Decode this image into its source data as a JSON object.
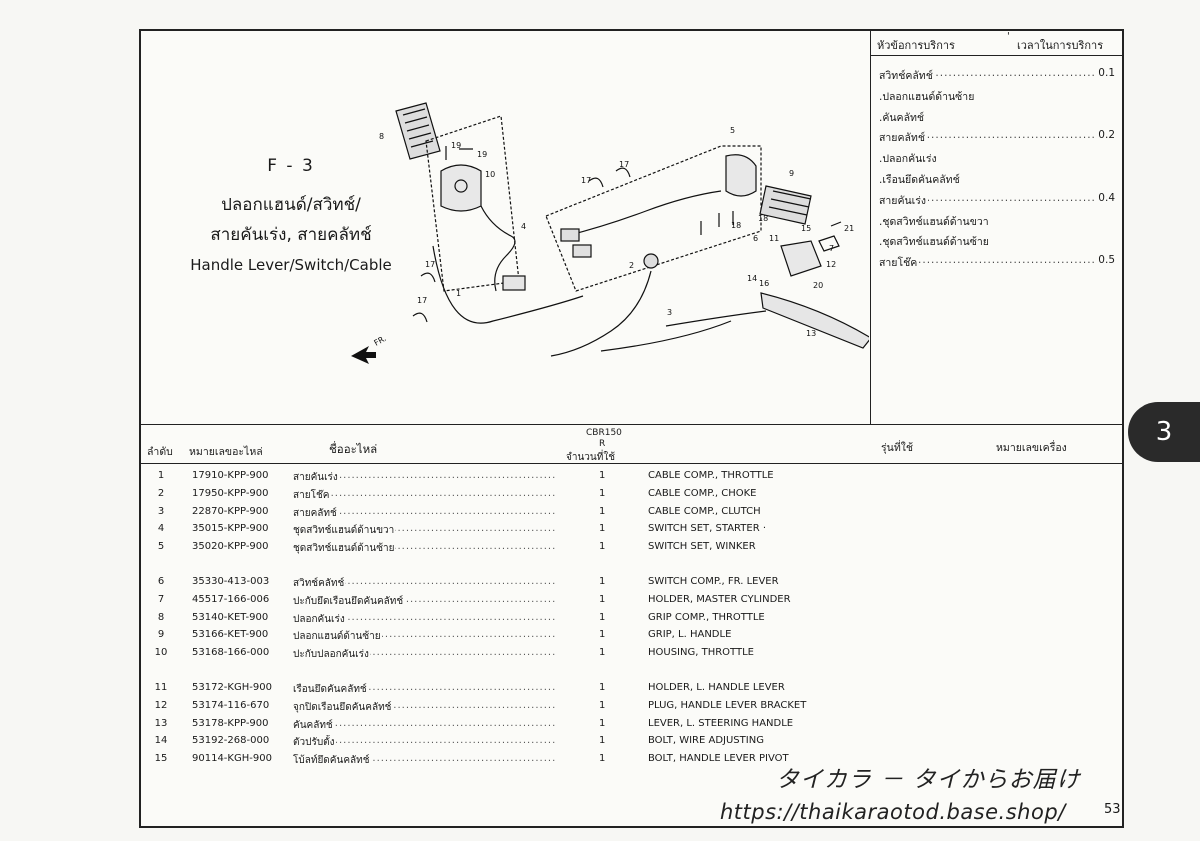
{
  "figure": {
    "code": "F - 3",
    "title_th_line1": "ปลอกแฮนด์/สวิทช์/",
    "title_th_line2": "สายคันเร่ง, สายคลัทช์",
    "title_en": "Handle Lever/Switch/Cable",
    "direction_label": "FR.",
    "callouts": [
      "1",
      "2",
      "3",
      "4",
      "5",
      "6",
      "7",
      "8",
      "9",
      "10",
      "11",
      "12",
      "13",
      "14",
      "15",
      "16",
      "17",
      "17",
      "17",
      "17",
      "18",
      "18",
      "19",
      "19",
      "20",
      "21"
    ]
  },
  "service": {
    "header_topic": "หัวข้อการบริการ",
    "header_time": "เวลาในการบริการ",
    "header_mark": "'",
    "items": [
      {
        "label": "สวิทช์คลัทช์",
        "time": "0.1"
      },
      {
        "label": ".ปลอกแฮนด์ด้านซ้าย",
        "time": ""
      },
      {
        "label": ".คันคลัทช์",
        "time": ""
      },
      {
        "label": "สายคลัทช์",
        "time": "0.2"
      },
      {
        "label": ".ปลอกคันเร่ง",
        "time": ""
      },
      {
        "label": ".เรือนยึดคันคลัทช์",
        "time": ""
      },
      {
        "label": "สายคันเร่ง",
        "time": "0.4"
      },
      {
        "label": ".ชุดสวิทช์แฮนด์ด้านขวา",
        "time": ""
      },
      {
        "label": ".ชุดสวิทช์แฮนด์ด้านซ้าย",
        "time": ""
      },
      {
        "label": "สายโช๊ค",
        "time": "0.5"
      }
    ]
  },
  "table": {
    "headers": {
      "no": "ลำดับ",
      "part_no": "หมายเลขอะไหล่",
      "name": "ชื่ออะไหล่",
      "model": "CBR150",
      "model_sub": "R",
      "qty": "จำนวนที่ใช้",
      "used_model": "รุ่นที่ใช้",
      "engine_no": "หมายเลขเครื่อง"
    },
    "rows": [
      {
        "no": "1",
        "part": "17910-KPP-900",
        "name": "สายคันเร่ง",
        "qty": "1",
        "en": "CABLE COMP., THROTTLE"
      },
      {
        "no": "2",
        "part": "17950-KPP-900",
        "name": "สายโช๊ค",
        "qty": "1",
        "en": "CABLE COMP., CHOKE"
      },
      {
        "no": "3",
        "part": "22870-KPP-900",
        "name": "สายคลัทช์",
        "qty": "1",
        "en": "CABLE COMP., CLUTCH"
      },
      {
        "no": "4",
        "part": "35015-KPP-900",
        "name": "ชุดสวิทช์แฮนด์ด้านขวา",
        "qty": "1",
        "en": "SWITCH SET, STARTER ·"
      },
      {
        "no": "5",
        "part": "35020-KPP-900",
        "name": "ชุดสวิทช์แฮนด์ด้านซ้าย",
        "qty": "1",
        "en": "SWITCH SET, WINKER"
      },
      {
        "no": "6",
        "part": "35330-413-003",
        "name": "สวิทช์คลัทช์",
        "qty": "1",
        "en": "SWITCH COMP., FR. LEVER"
      },
      {
        "no": "7",
        "part": "45517-166-006",
        "name": "ปะกับยึดเรือนยึดคันคลัทช์",
        "qty": "1",
        "en": "HOLDER, MASTER CYLINDER"
      },
      {
        "no": "8",
        "part": "53140-KET-900",
        "name": "ปลอกคันเร่ง",
        "qty": "1",
        "en": "GRIP COMP., THROTTLE"
      },
      {
        "no": "9",
        "part": "53166-KET-900",
        "name": "ปลอกแฮนด์ด้านซ้าย",
        "qty": "1",
        "en": "GRIP, L. HANDLE"
      },
      {
        "no": "10",
        "part": "53168-166-000",
        "name": "ปะกับปลอกคันเร่ง",
        "qty": "1",
        "en": "HOUSING, THROTTLE"
      },
      {
        "no": "11",
        "part": "53172-KGH-900",
        "name": "เรือนยึดคันคลัทช์",
        "qty": "1",
        "en": "HOLDER, L. HANDLE LEVER"
      },
      {
        "no": "12",
        "part": "53174-116-670",
        "name": "จุกปิดเรือนยึดคันคลัทช์",
        "qty": "1",
        "en": "PLUG, HANDLE LEVER BRACKET"
      },
      {
        "no": "13",
        "part": "53178-KPP-900",
        "name": "คันคลัทช์",
        "qty": "1",
        "en": "LEVER, L. STEERING HANDLE"
      },
      {
        "no": "14",
        "part": "53192-268-000",
        "name": "ตัวปรับตั้ง",
        "qty": "1",
        "en": "BOLT, WIRE ADJUSTING"
      },
      {
        "no": "15",
        "part": "90114-KGH-900",
        "name": "โบ้ลท์ยึดคันคลัทช์",
        "qty": "1",
        "en": "BOLT, HANDLE LEVER PIVOT"
      }
    ],
    "dots": "................................................................................................"
  },
  "chapter": "3",
  "page_number": "53",
  "watermark": {
    "line1": "タイカラ － タイからお届け",
    "line2": "https://thaikaraotod.base.shop/"
  }
}
